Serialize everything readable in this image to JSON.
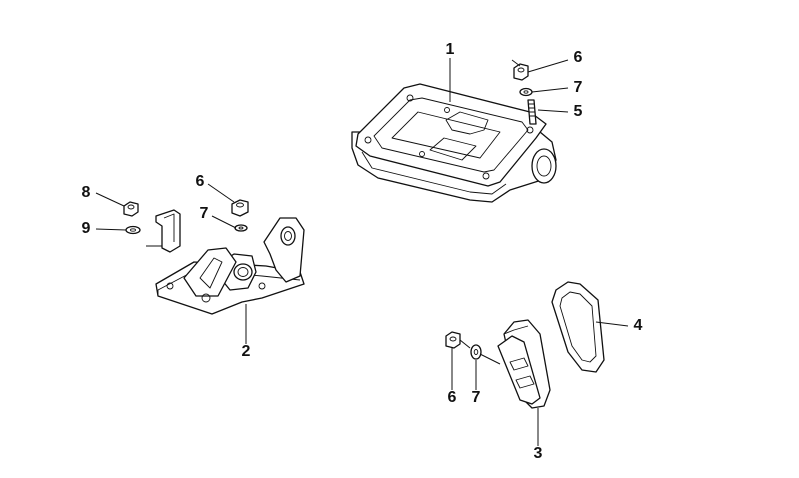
{
  "callouts": {
    "c1": "1",
    "c2": "2",
    "c3": "3",
    "c4": "4",
    "c5": "5",
    "c6_top": "6",
    "c6_left": "6",
    "c6_bottom": "6",
    "c7_top": "7",
    "c7_left": "7",
    "c7_bottom": "7",
    "c8": "8",
    "c9": "9"
  }
}
